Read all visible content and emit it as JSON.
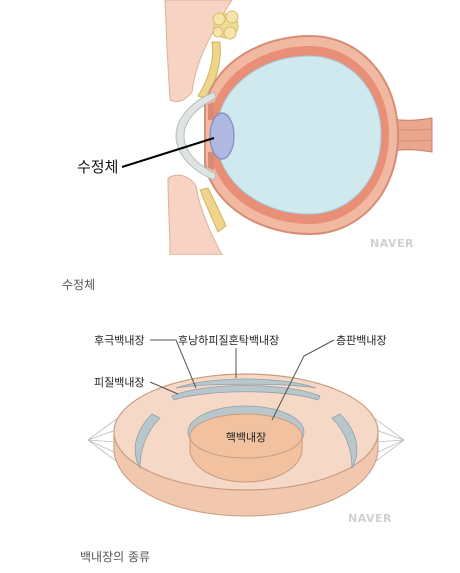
{
  "figure1": {
    "label": "수정체",
    "watermark": "NAVER",
    "caption": "수정체"
  },
  "figure2": {
    "labels": {
      "posterior_polar": "후극백내장",
      "posterior_subcapsular": "후낭하피질혼탁백내장",
      "cortical_left": "피질백내장",
      "lamellar": "층판백내장",
      "nuclear": "핵백내장"
    },
    "watermark": "NAVER",
    "caption": "백내장의 종류"
  },
  "colors": {
    "vitreous": "#cfe9ef",
    "sclera": "#f2b9a2",
    "lens": "#aeb8e0",
    "cornea": "#dfe3e3",
    "lens_outer": "#f6d8c6",
    "lens_nucleus": "#f2c2a0",
    "cataract_band": "#b9c6cc"
  }
}
